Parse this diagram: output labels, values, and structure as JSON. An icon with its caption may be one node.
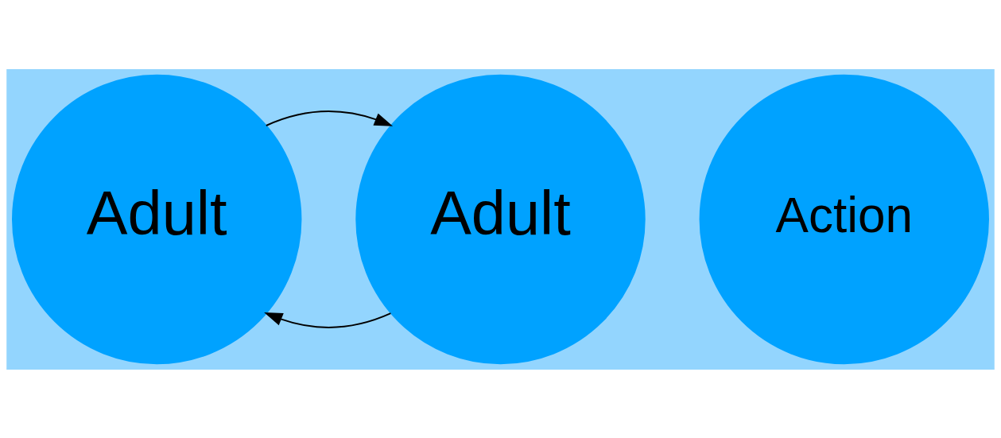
{
  "diagram": {
    "nodes": [
      {
        "text": [
          "Adult"
        ]
      },
      {
        "text": [
          "Action"
        ]
      },
      {
        "text": [
          "Adult"
        ]
      }
    ],
    "edges": [
      {
        "from": 2,
        "to": 0,
        "arrow": "to"
      },
      {
        "from": 0,
        "to": 2,
        "arrow": "to"
      }
    ]
  }
}
